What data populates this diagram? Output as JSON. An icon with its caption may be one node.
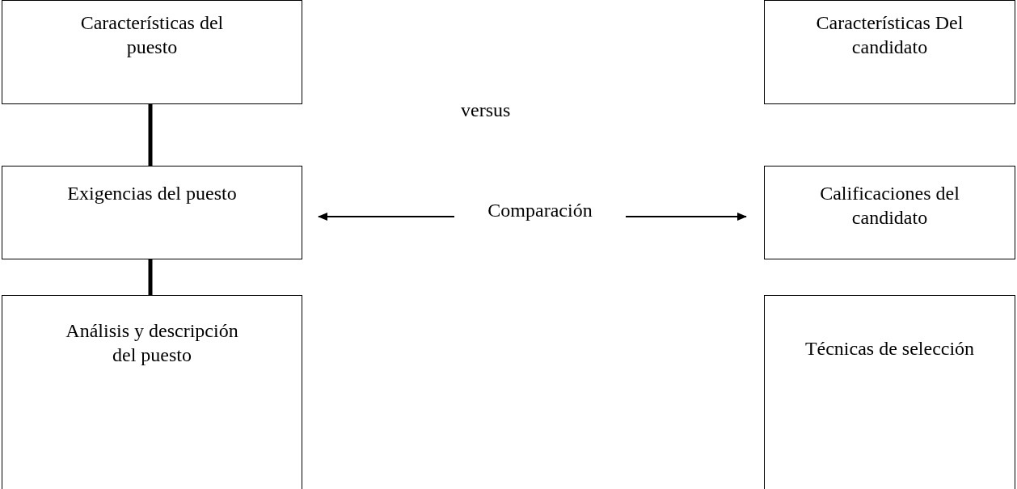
{
  "diagram": {
    "nodes": [
      {
        "text": [
          "Características del puesto"
        ]
      },
      {
        "text": [
          "Exigencias del puesto"
        ]
      },
      {
        "text": [
          "Análisis y descripción del puesto"
        ]
      },
      {
        "text": [
          "Características Del candidato"
        ]
      },
      {
        "text": [
          "Calificaciones del candidato"
        ]
      },
      {
        "text": [
          "Técnicas de selección"
        ]
      },
      {
        "text": [
          "Comparación"
        ]
      }
    ],
    "edges": [
      {
        "from": 0,
        "to": 1,
        "arrow": "none",
        "style": "thick"
      },
      {
        "from": 1,
        "to": 2,
        "arrow": "none",
        "style": "thick"
      },
      {
        "from": 6,
        "to": 1,
        "arrow": "to"
      },
      {
        "from": 6,
        "to": 4,
        "arrow": "to"
      }
    ],
    "labels": [
      "versus"
    ]
  }
}
